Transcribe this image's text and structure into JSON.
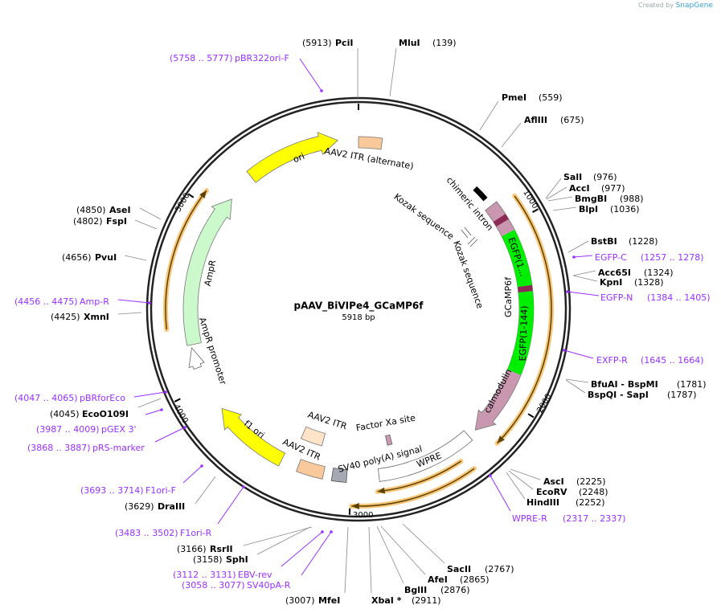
{
  "credit": {
    "prefix": "Created by",
    "brand": "SnapGene"
  },
  "plasmid": {
    "name": "pAAV_BiVIPe4_GCaMP6f",
    "length": "5918 bp"
  },
  "ticks": [
    "1000",
    "2000",
    "3000",
    "4000",
    "5000"
  ],
  "features": {
    "ori": "ori",
    "aav2_itr_alternate": "AAV2 ITR (alternate)",
    "chimeric_intron": "chimeric intron",
    "kozak_1": "Kozak sequence",
    "kozak_2": "Kozak sequence",
    "gcamp6f": "GCaMP6f",
    "egfp_partial": "EGFP(1...",
    "egfp_1_144": "EGFP(1-144)",
    "calmodulin": "calmodulin",
    "wpre": "WPRE",
    "factor_xa": "Factor Xa site",
    "sv40_polya": "SV40 poly(A) signal",
    "aav2_itr_1": "AAV2 ITR",
    "aav2_itr_2": "AAV2 ITR",
    "f1_ori": "f1 ori",
    "ampr": "AmpR",
    "ampr_promoter": "AmpR promoter"
  },
  "enzymes": [
    {
      "name": "PciI",
      "pos": "(5913)"
    },
    {
      "name": "MluI",
      "pos": "(139)"
    },
    {
      "name": "PmeI",
      "pos": "(559)"
    },
    {
      "name": "AflIII",
      "pos": "(675)"
    },
    {
      "name": "SalI",
      "pos": "(976)"
    },
    {
      "name": "AccI",
      "pos": "(977)"
    },
    {
      "name": "BmgBI",
      "pos": "(988)"
    },
    {
      "name": "BlpI",
      "pos": "(1036)"
    },
    {
      "name": "BstBI",
      "pos": "(1228)"
    },
    {
      "name": "Acc65I",
      "pos": "(1324)"
    },
    {
      "name": "KpnI",
      "pos": "(1328)"
    },
    {
      "name": "BfuAI  - BspMI",
      "pos": "(1781)"
    },
    {
      "name": "BspQI  - SapI",
      "pos": "(1787)"
    },
    {
      "name": "AscI",
      "pos": "(2225)"
    },
    {
      "name": "EcoRV",
      "pos": "(2248)"
    },
    {
      "name": "HindIII",
      "pos": "(2252)"
    },
    {
      "name": "SacII",
      "pos": "(2767)"
    },
    {
      "name": "AfeI",
      "pos": "(2865)"
    },
    {
      "name": "BglII",
      "pos": "(2876)"
    },
    {
      "name": "XbaI *",
      "pos": "(2911)"
    },
    {
      "name": "MfeI",
      "pos": "(3007)"
    },
    {
      "name": "SphI",
      "pos": "(3158)"
    },
    {
      "name": "RsrII",
      "pos": "(3166)"
    },
    {
      "name": "DraIII",
      "pos": "(3629)"
    },
    {
      "name": "EcoO109I",
      "pos": "(4045)"
    },
    {
      "name": "XmnI",
      "pos": "(4425)"
    },
    {
      "name": "PvuI",
      "pos": "(4656)"
    },
    {
      "name": "FspI",
      "pos": "(4802)"
    },
    {
      "name": "AseI",
      "pos": "(4850)"
    }
  ],
  "primers": [
    {
      "name": "pBR322ori-F",
      "range": "(5758 .. 5777)"
    },
    {
      "name": "EGFP-C",
      "range": "(1257 .. 1278)"
    },
    {
      "name": "EGFP-N",
      "range": "(1384 .. 1405)"
    },
    {
      "name": "EXFP-R",
      "range": "(1645 .. 1664)"
    },
    {
      "name": "WPRE-R",
      "range": "(2317 .. 2337)"
    },
    {
      "name": "SV40pA-R",
      "range": "(3058 .. 3077)"
    },
    {
      "name": "EBV-rev",
      "range": "(3112 .. 3131)"
    },
    {
      "name": "F1ori-R",
      "range": "(3483 .. 3502)"
    },
    {
      "name": "F1ori-F",
      "range": "(3693 .. 3714)"
    },
    {
      "name": "pRS-marker",
      "range": "(3868 .. 3887)"
    },
    {
      "name": "pGEX 3'",
      "range": "(3987 .. 4009)"
    },
    {
      "name": "pBRforEco",
      "range": "(4047 .. 4065)"
    },
    {
      "name": "Amp-R",
      "range": "(4456 .. 4475)"
    }
  ],
  "colors": {
    "backbone": "#222222",
    "primer": "#9b30ff",
    "ori": "#ffff00",
    "itr": "#f9c89b",
    "itr_light": "#fde3c8",
    "gcamp": "#c998b0",
    "egfp": "#00ee00",
    "linker": "#8b2a55",
    "ampr": "#ccf9cc",
    "sv40": "#a5aab2",
    "orf": "#f8c77a",
    "orf_line": "#5b4000"
  }
}
